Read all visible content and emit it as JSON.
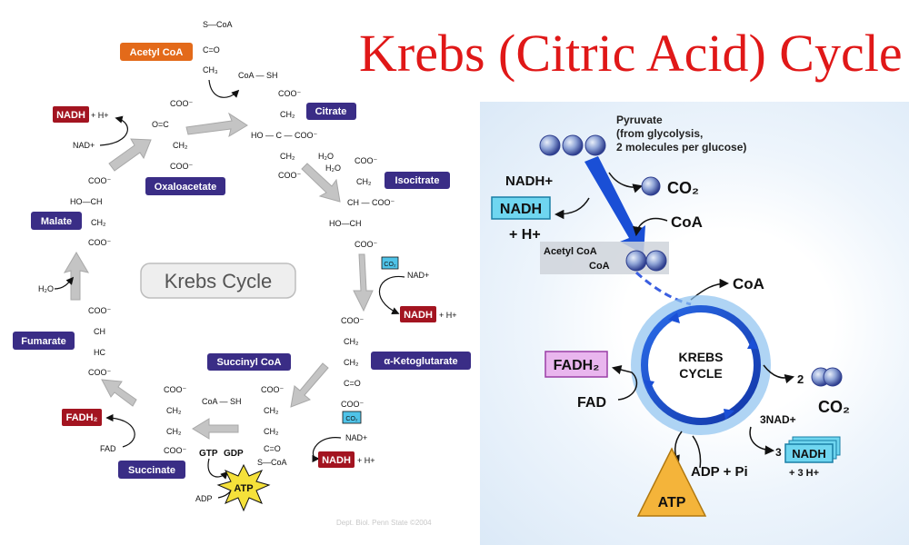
{
  "title": "Krebs (Citric Acid) Cycle",
  "left": {
    "center_label": "Krebs Cycle",
    "credit": "Dept. Biol. Penn State ©2004",
    "boxes": {
      "acetyl_coa": "Acetyl CoA",
      "citrate": "Citrate",
      "isocitrate": "Isocitrate",
      "oxaloacetate": "Oxaloacetate",
      "malate": "Malate",
      "fumarate": "Fumarate",
      "succinate": "Succinate",
      "succinyl_coa": "Succinyl CoA",
      "a_ketoglutarate": "α-Ketoglutarate",
      "nadh": "NADH",
      "fadh2": "FADH₂",
      "co2": "CO₂",
      "atp": "ATP"
    },
    "small": {
      "h_plus": "+ H+",
      "nad_plus": "NAD+",
      "h2o": "H₂O",
      "coa_sh": "CoA — SH",
      "s_coa": "S—CoA",
      "fad": "FAD",
      "gtp": "GTP",
      "gdp": "GDP",
      "adp": "ADP",
      "coo": "COO⁻",
      "ch2": "CH₂",
      "ch3": "CH₃",
      "ch": "CH",
      "hc": "HC",
      "ho_ch": "HO—CH",
      "ho_c": "HO — C — COO⁻",
      "ch_coo": "CH — COO⁻",
      "c_o": "C=O",
      "o_c": "O=C",
      "h2o_pair": "H₂O"
    }
  },
  "right": {
    "pyruvate": "Pyruvate",
    "pyruvate_note1": "(from glycolysis,",
    "pyruvate_note2": "2 molecules per glucose)",
    "nadh_plus": "NADH+",
    "nadh": "NADH",
    "h_plus": "+ H+",
    "co2": "CO₂",
    "coa": "CoA",
    "acetyl_coa_1": "Acetyl CoA",
    "acetyl_coa_2": "CoA",
    "cycle_1": "KREBS",
    "cycle_2": "CYCLE",
    "fadh2": "FADH₂",
    "fad": "FAD",
    "two": "2",
    "three_nad": "3NAD+",
    "three": "3",
    "three_h": "+ 3 H+",
    "adp_pi": "ADP + Pi",
    "atp": "ATP"
  },
  "colors": {
    "title": "#e01818",
    "purple_box": "#3a2d86",
    "red_box": "#a31420",
    "orange_box": "#e36a1a",
    "cyan_box": "#4fc3e8",
    "blue_arrow": "#1a4fd6",
    "grey_arrow": "#b9b9b9",
    "fadh_box": "#e9b6ee",
    "atp_yellow": "#f5e13a",
    "atp_orange": "#f4b43a"
  }
}
